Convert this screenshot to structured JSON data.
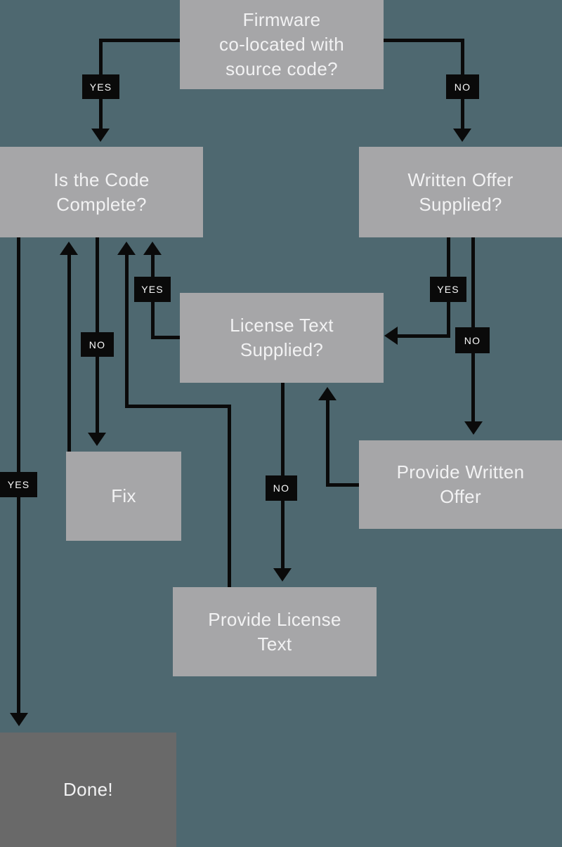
{
  "diagram": {
    "type": "flowchart",
    "colors": {
      "background": "#4e6870",
      "box": "#a6a6a8",
      "done_box": "#696969",
      "line": "#0a0a0a",
      "box_text": "#f2f2f3",
      "badge_text": "#fafafa"
    },
    "nodes": {
      "firmware": "Firmware\nco-located with\nsource code?",
      "code_complete": "Is the Code\nComplete?",
      "written_offer": "Written Offer\nSupplied?",
      "license_text": "License Text\nSupplied?",
      "fix": "Fix",
      "provide_written_offer": "Provide Written\nOffer",
      "provide_license_text": "Provide License\nText",
      "done": "Done!"
    },
    "badges": {
      "firmware_yes": "YES",
      "firmware_no": "NO",
      "complete_yes": "YES",
      "complete_no": "NO",
      "license_yes": "YES",
      "license_no": "NO",
      "written_yes": "YES",
      "written_no": "NO"
    }
  }
}
